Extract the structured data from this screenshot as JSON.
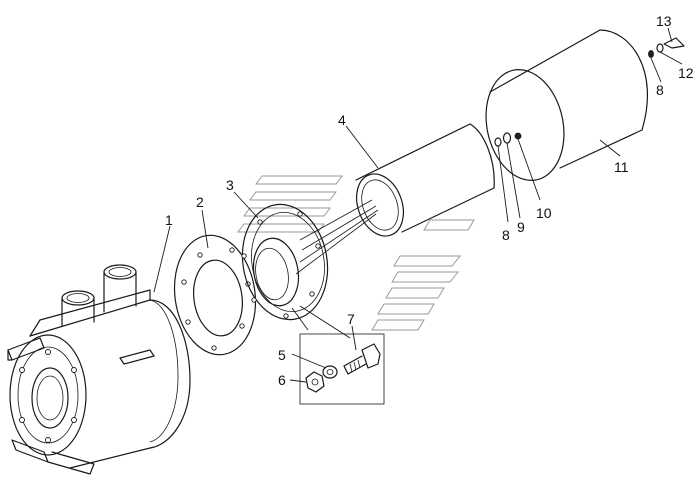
{
  "diagram": {
    "callouts": [
      {
        "id": "c1",
        "text": "1"
      },
      {
        "id": "c2",
        "text": "2"
      },
      {
        "id": "c3",
        "text": "3"
      },
      {
        "id": "c4",
        "text": "4"
      },
      {
        "id": "c5",
        "text": "5"
      },
      {
        "id": "c6",
        "text": "6"
      },
      {
        "id": "c7",
        "text": "7"
      },
      {
        "id": "c8a",
        "text": "8"
      },
      {
        "id": "c8b",
        "text": "8"
      },
      {
        "id": "c9",
        "text": "9"
      },
      {
        "id": "c10",
        "text": "10"
      },
      {
        "id": "c11",
        "text": "11"
      },
      {
        "id": "c12",
        "text": "12"
      },
      {
        "id": "c13",
        "text": "13"
      }
    ]
  }
}
